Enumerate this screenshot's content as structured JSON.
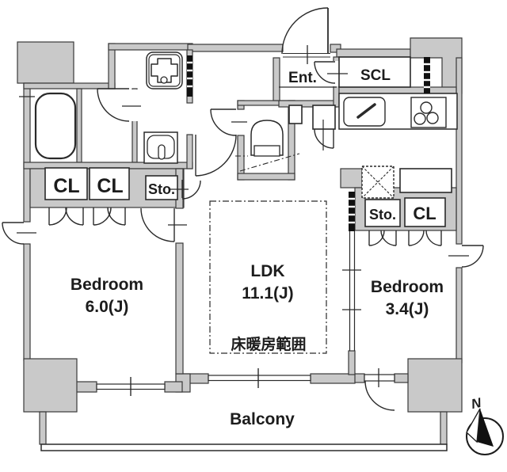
{
  "plan": {
    "rooms": {
      "bedroom_left": {
        "label": "Bedroom",
        "size": "6.0(J)"
      },
      "ldk": {
        "label": "LDK",
        "size": "11.1(J)",
        "floor_heating_note": "床暖房範囲"
      },
      "bedroom_right": {
        "label": "Bedroom",
        "size": "3.4(J)"
      },
      "balcony": {
        "label": "Balcony"
      },
      "entrance": {
        "label": "Ent."
      }
    },
    "closets": {
      "shoe_closet": "SCL",
      "closet_left_a": "CL",
      "closet_left_b": "CL",
      "storage_left": "Sto.",
      "storage_right": "Sto.",
      "closet_right": "CL"
    },
    "compass": {
      "north_label": "N"
    },
    "colors": {
      "wall_fill": "#c9c9c9",
      "line": "#3a3a3a",
      "background": "#ffffff"
    }
  }
}
